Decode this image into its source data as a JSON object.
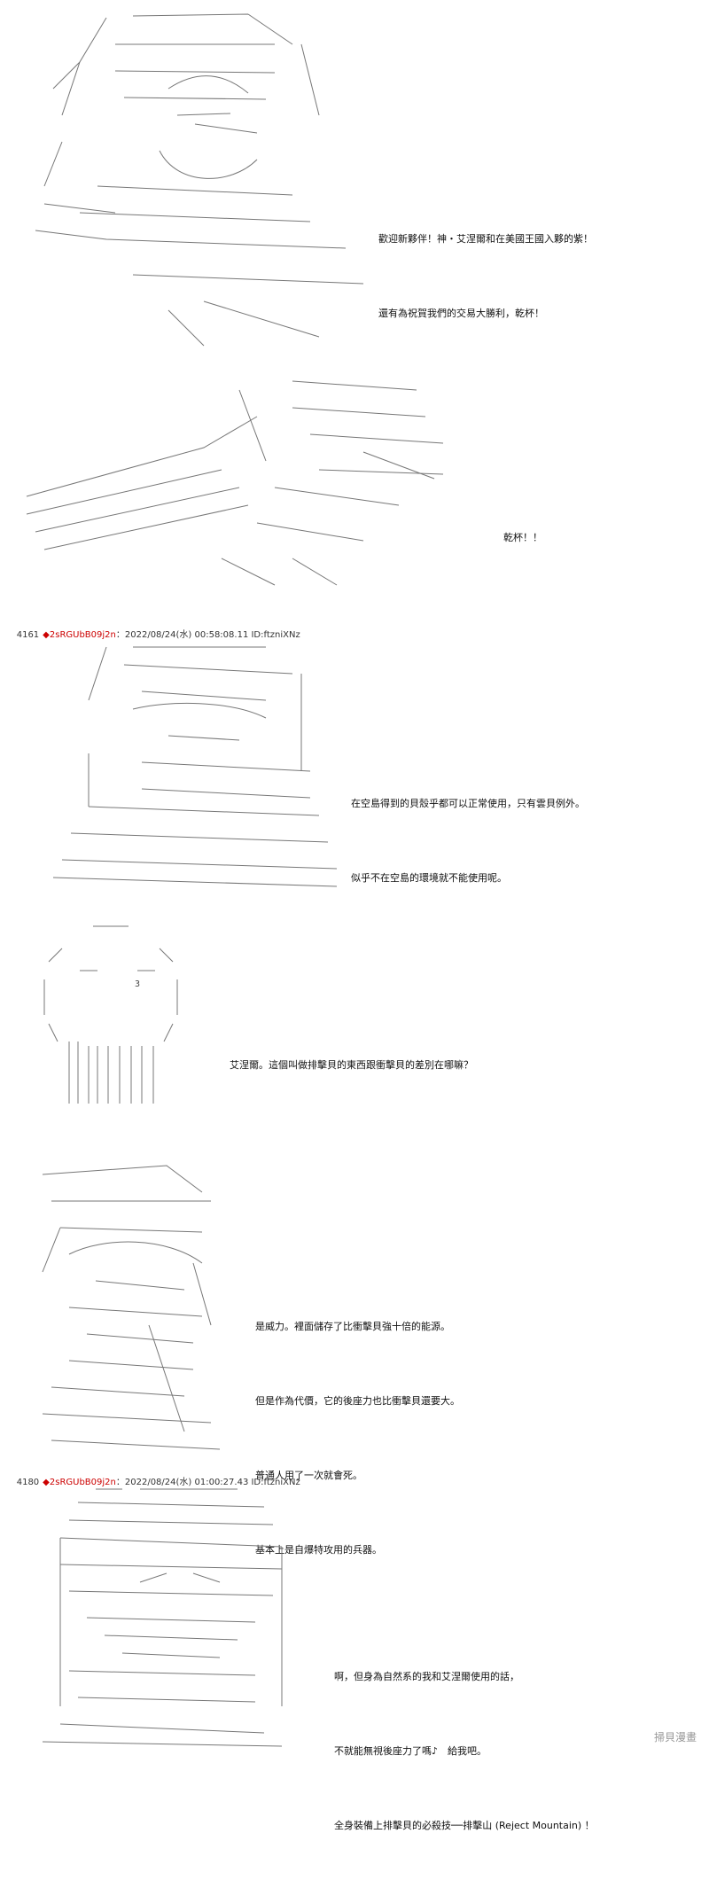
{
  "panels": [
    {
      "lines": [
        "歡迎新夥伴！神・艾涅爾和在美國王國入夥的紫！",
        "還有為祝賀我們的交易大勝利，乾杯！"
      ]
    },
    {
      "lines": [
        "乾杯！！"
      ]
    },
    {
      "header": {
        "num": "4161",
        "trip_mark": "◆",
        "name": "2sRGUbB09j2n",
        "meta": "：2022/08/24(水) 00:58:08.11 ID:ftzniXNz"
      },
      "lines": [
        "在空島得到的貝殼乎都可以正常使用，只有雲貝例外。",
        "似乎不在空島的環境就不能使用呢。"
      ]
    },
    {
      "lines": [
        "艾涅爾。這個叫做排擊貝的東西跟衝擊貝的差別在哪嘛？"
      ]
    },
    {
      "lines": [
        "是威力。裡面儲存了比衝擊貝強十倍的能源。",
        "但是作為代價，它的後座力也比衝擊貝還要大。",
        "普通人用了一次就會死。",
        "基本上是自爆特攻用的兵器。"
      ]
    },
    {
      "header": {
        "num": "4180",
        "trip_mark": "◆",
        "name": "2sRGUbB09j2n",
        "meta": "：2022/08/24(水) 01:00:27.43 ID:ftzniXNz"
      },
      "lines": [
        "啊，但身為自然系的我和艾涅爾使用的話，",
        "不就能無視後座力了嗎♪　給我吧。",
        "全身裝備上排擊貝的必殺技──排擊山 (Reject Mountain) ！"
      ]
    }
  ],
  "ascii_art": {
    "mark_3": "3"
  },
  "watermark": "掃貝漫畫"
}
